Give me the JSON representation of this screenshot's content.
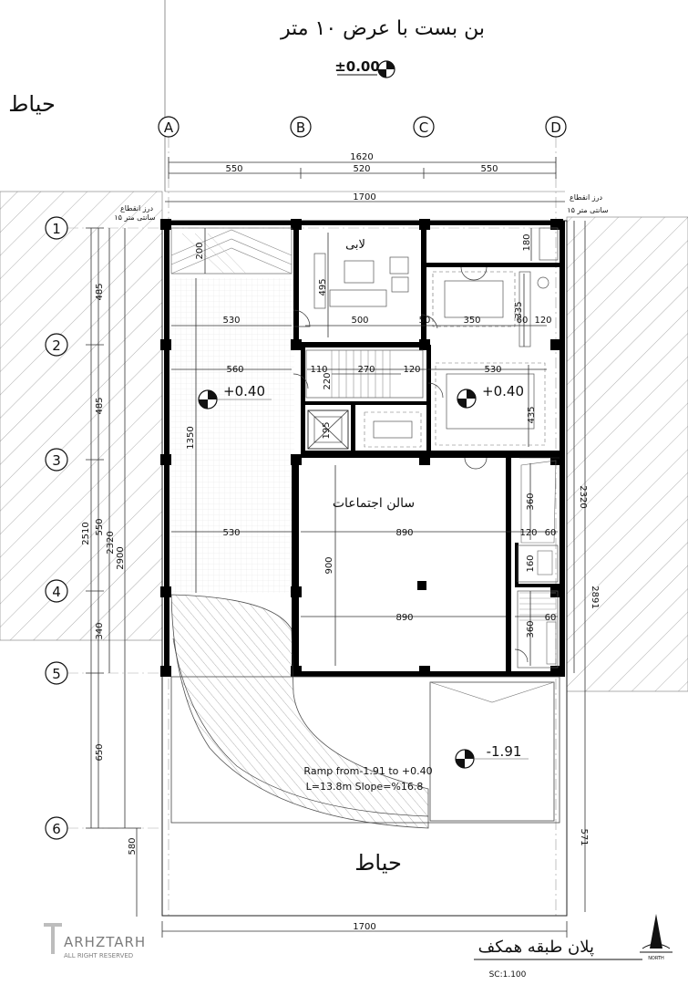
{
  "title_top": "بن بست با عرض ۱۰ متر",
  "datum_level": "±0.00",
  "yard_label_left": "حیاط",
  "yard_label_bottom": "حیاط",
  "grid_columns": [
    "A",
    "B",
    "C",
    "D"
  ],
  "grid_rows": [
    "1",
    "2",
    "3",
    "4",
    "5",
    "6"
  ],
  "top_dims": {
    "overall": "1620",
    "spans": [
      "550",
      "520",
      "550"
    ],
    "site": "1700"
  },
  "bottom_dim": "1700",
  "joint_note": {
    "line1": "درز انقطاع",
    "line2": "۱۵ سانتی متر"
  },
  "left_dims": {
    "row_spans": [
      "485",
      "485",
      "550",
      "340",
      "650"
    ],
    "chain_a": "2510",
    "chain_b": "2320",
    "chain_c": "2900",
    "bottom": "580"
  },
  "right_dims": {
    "upper": "2320",
    "lower": "2891",
    "bottom": "571"
  },
  "rooms": {
    "lobby": "لابی",
    "hall": "سالن اجتماعات"
  },
  "levels": {
    "upper_left": "+0.40",
    "upper_right": "+0.40",
    "ramp": "-1.91"
  },
  "interior_dims": {
    "d200": "200",
    "d495": "495",
    "d530a": "530",
    "d500": "500",
    "d50": "50",
    "d350": "350",
    "d60a": "60",
    "d120a": "120",
    "d180": "180",
    "d335": "335",
    "d560": "560",
    "d110": "110",
    "d270": "270",
    "d120b": "120",
    "d220": "220",
    "d530b": "530",
    "d1350": "1350",
    "d435": "435",
    "d195": "195",
    "d530c": "530",
    "d890a": "890",
    "d360a": "360",
    "d120c": "120",
    "d60b": "60",
    "d900": "900",
    "d160": "160",
    "d890b": "890",
    "d360b": "360",
    "d60c": "60"
  },
  "ramp_note": {
    "line1": "Ramp from-1.91 to +0.40",
    "line2": "L=13.8m Slope=%16.8"
  },
  "plan_title": "پلان طبقه همکف",
  "scale": "SC:1.100",
  "logo": {
    "name": "ARHZTARH",
    "sub": "ALL RIGHT RESERVED"
  },
  "north": "NORTH",
  "colors": {
    "ink": "#111111",
    "hatch": "#9a9a9a",
    "tile": "#dddddd"
  }
}
